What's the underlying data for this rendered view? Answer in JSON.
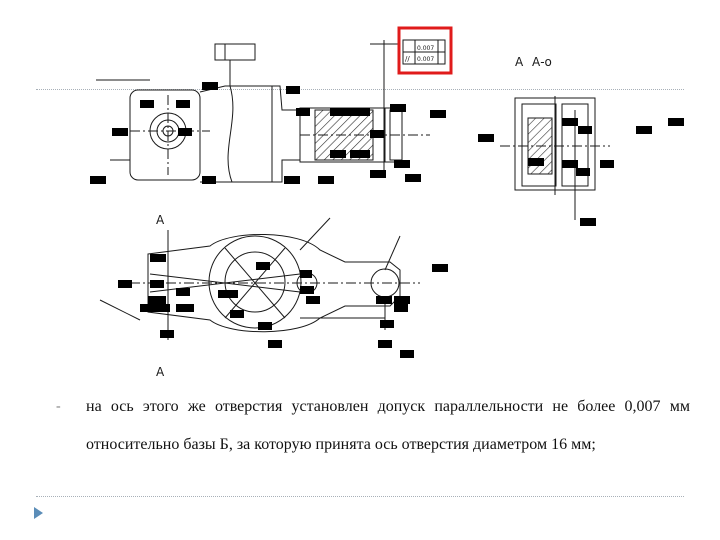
{
  "slide": {
    "bullet_dash": "-",
    "paragraph": "на ось этого же отверстия установлен допуск параллельности не более 0,007 мм относительно базы Б, за которую принята ось отверстия диаметром 16 мм;"
  },
  "drawing": {
    "view_label_top": "А",
    "view_label_rot": "А-о",
    "section_label_1": "А",
    "section_label_2": "А",
    "tolerance_frame": {
      "row1": "0.007",
      "row2": "0.007",
      "symbol": "//"
    },
    "highlight_color": "#e01b1b"
  },
  "colors": {
    "line": "#1a1a1a",
    "hatch": "#333333",
    "redaction": "#000000",
    "accent": "#5b8db8"
  }
}
